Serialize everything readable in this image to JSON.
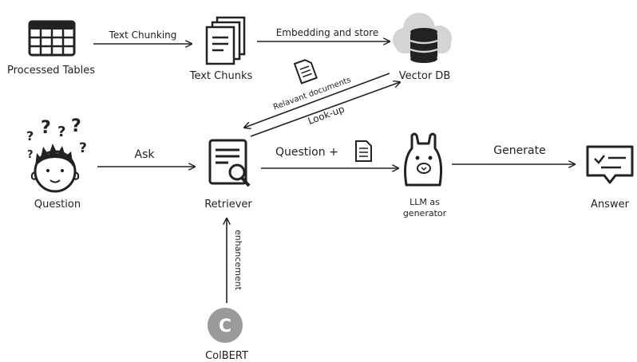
{
  "nodes": {
    "processed_tables": "Processed Tables",
    "text_chunks": "Text Chunks",
    "vector_db": "Vector DB",
    "question": "Question",
    "retriever": "Retriever",
    "llm_line1": "LLM as",
    "llm_line2": "generator",
    "answer": "Answer",
    "colbert": "ColBERT",
    "colbert_logo_letter": "C"
  },
  "edges": {
    "text_chunking": "Text Chunking",
    "embedding_and_store": "Embedding and store",
    "relevant_documents": "Relavant documents",
    "look_up": "Look-up",
    "ask": "Ask",
    "question_plus": "Question +",
    "generate": "Generate",
    "enhancement": "enhancement"
  },
  "colors": {
    "ink": "#222222",
    "cloud": "#d4d4d4",
    "logo_gray": "#9a9a9a"
  }
}
